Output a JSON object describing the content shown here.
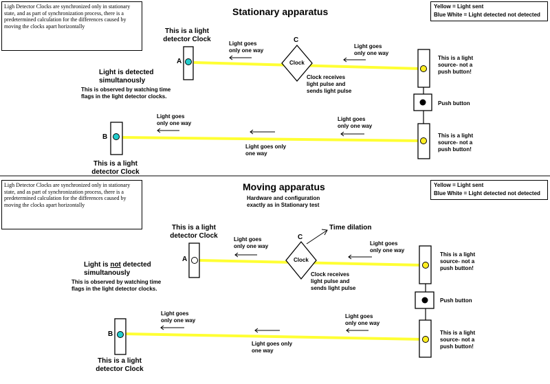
{
  "legend": {
    "yellow": "Yellow = Light sent",
    "blue_white": "Blue White = Light detected not detected"
  },
  "sync_note": "Ligh Detector Clocks are synchronized only in stationary state, and as part of synchronization process, there is a predetermined calculation for the differences caused by moving the clocks apart horizontally",
  "stationary": {
    "title": "Stationary apparatus",
    "detector_top_label": "This is a light detector Clock",
    "detector_bottom_label": "This is a light detector Clock",
    "marker_a": "A",
    "marker_b": "B",
    "marker_c": "C",
    "clock_label": "Clock",
    "clock_note": "Clock receives light pulse and sends light pulse",
    "detected_line1": "Light is detected",
    "detected_line2": "simultanously",
    "observed_note": "This is observed by watching time flags in the light detector clocks.",
    "way_a_to_clock": "Light goes only one way",
    "way_clock_to_source": "Light goes only one way",
    "way_b_upper": "Light goes only one way",
    "way_b_lower": "Light goes only one way",
    "source_top_label": "This is a light source- not a push button!",
    "source_bottom_label": "This is a light source- not a push button!",
    "push_button_label": "Push button"
  },
  "moving": {
    "title": "Moving apparatus",
    "subtitle": "Hardware and configuration exactly as in Stationary test",
    "time_dilation": "Time dilation",
    "detector_top_label": "This is a light detector Clock",
    "detector_bottom_label": "This is a light detector Clock",
    "marker_a": "A",
    "marker_b": "B",
    "marker_c": "C",
    "clock_label": "Clock",
    "clock_note": "Clock receives light pulse and sends light pulse",
    "not_detected_pre": "Light is",
    "not_detected_not": "not",
    "not_detected_post": "detected",
    "not_detected_line2": "simultanously",
    "observed_note": "This is observed by watching time flags in the light detector clocks.",
    "way_a_to_clock": "Light goes only one way",
    "way_clock_to_source": "Light goes only one way",
    "way_b_upper": "Light goes only one way",
    "way_b_lower": "Light goes only one way",
    "way_b_right": "Light goes only one way",
    "source_top_label": "This is a light source- not a push button!",
    "source_bottom_label": "This is a light source- not a push button!",
    "push_button_label": "Push button"
  },
  "colors": {
    "light_beam": "#ffff33",
    "sent_fill": "#ffee22",
    "detected_fill": "#22cccc",
    "not_detected_fill": "#ffffff",
    "button_fill": "#000000"
  }
}
